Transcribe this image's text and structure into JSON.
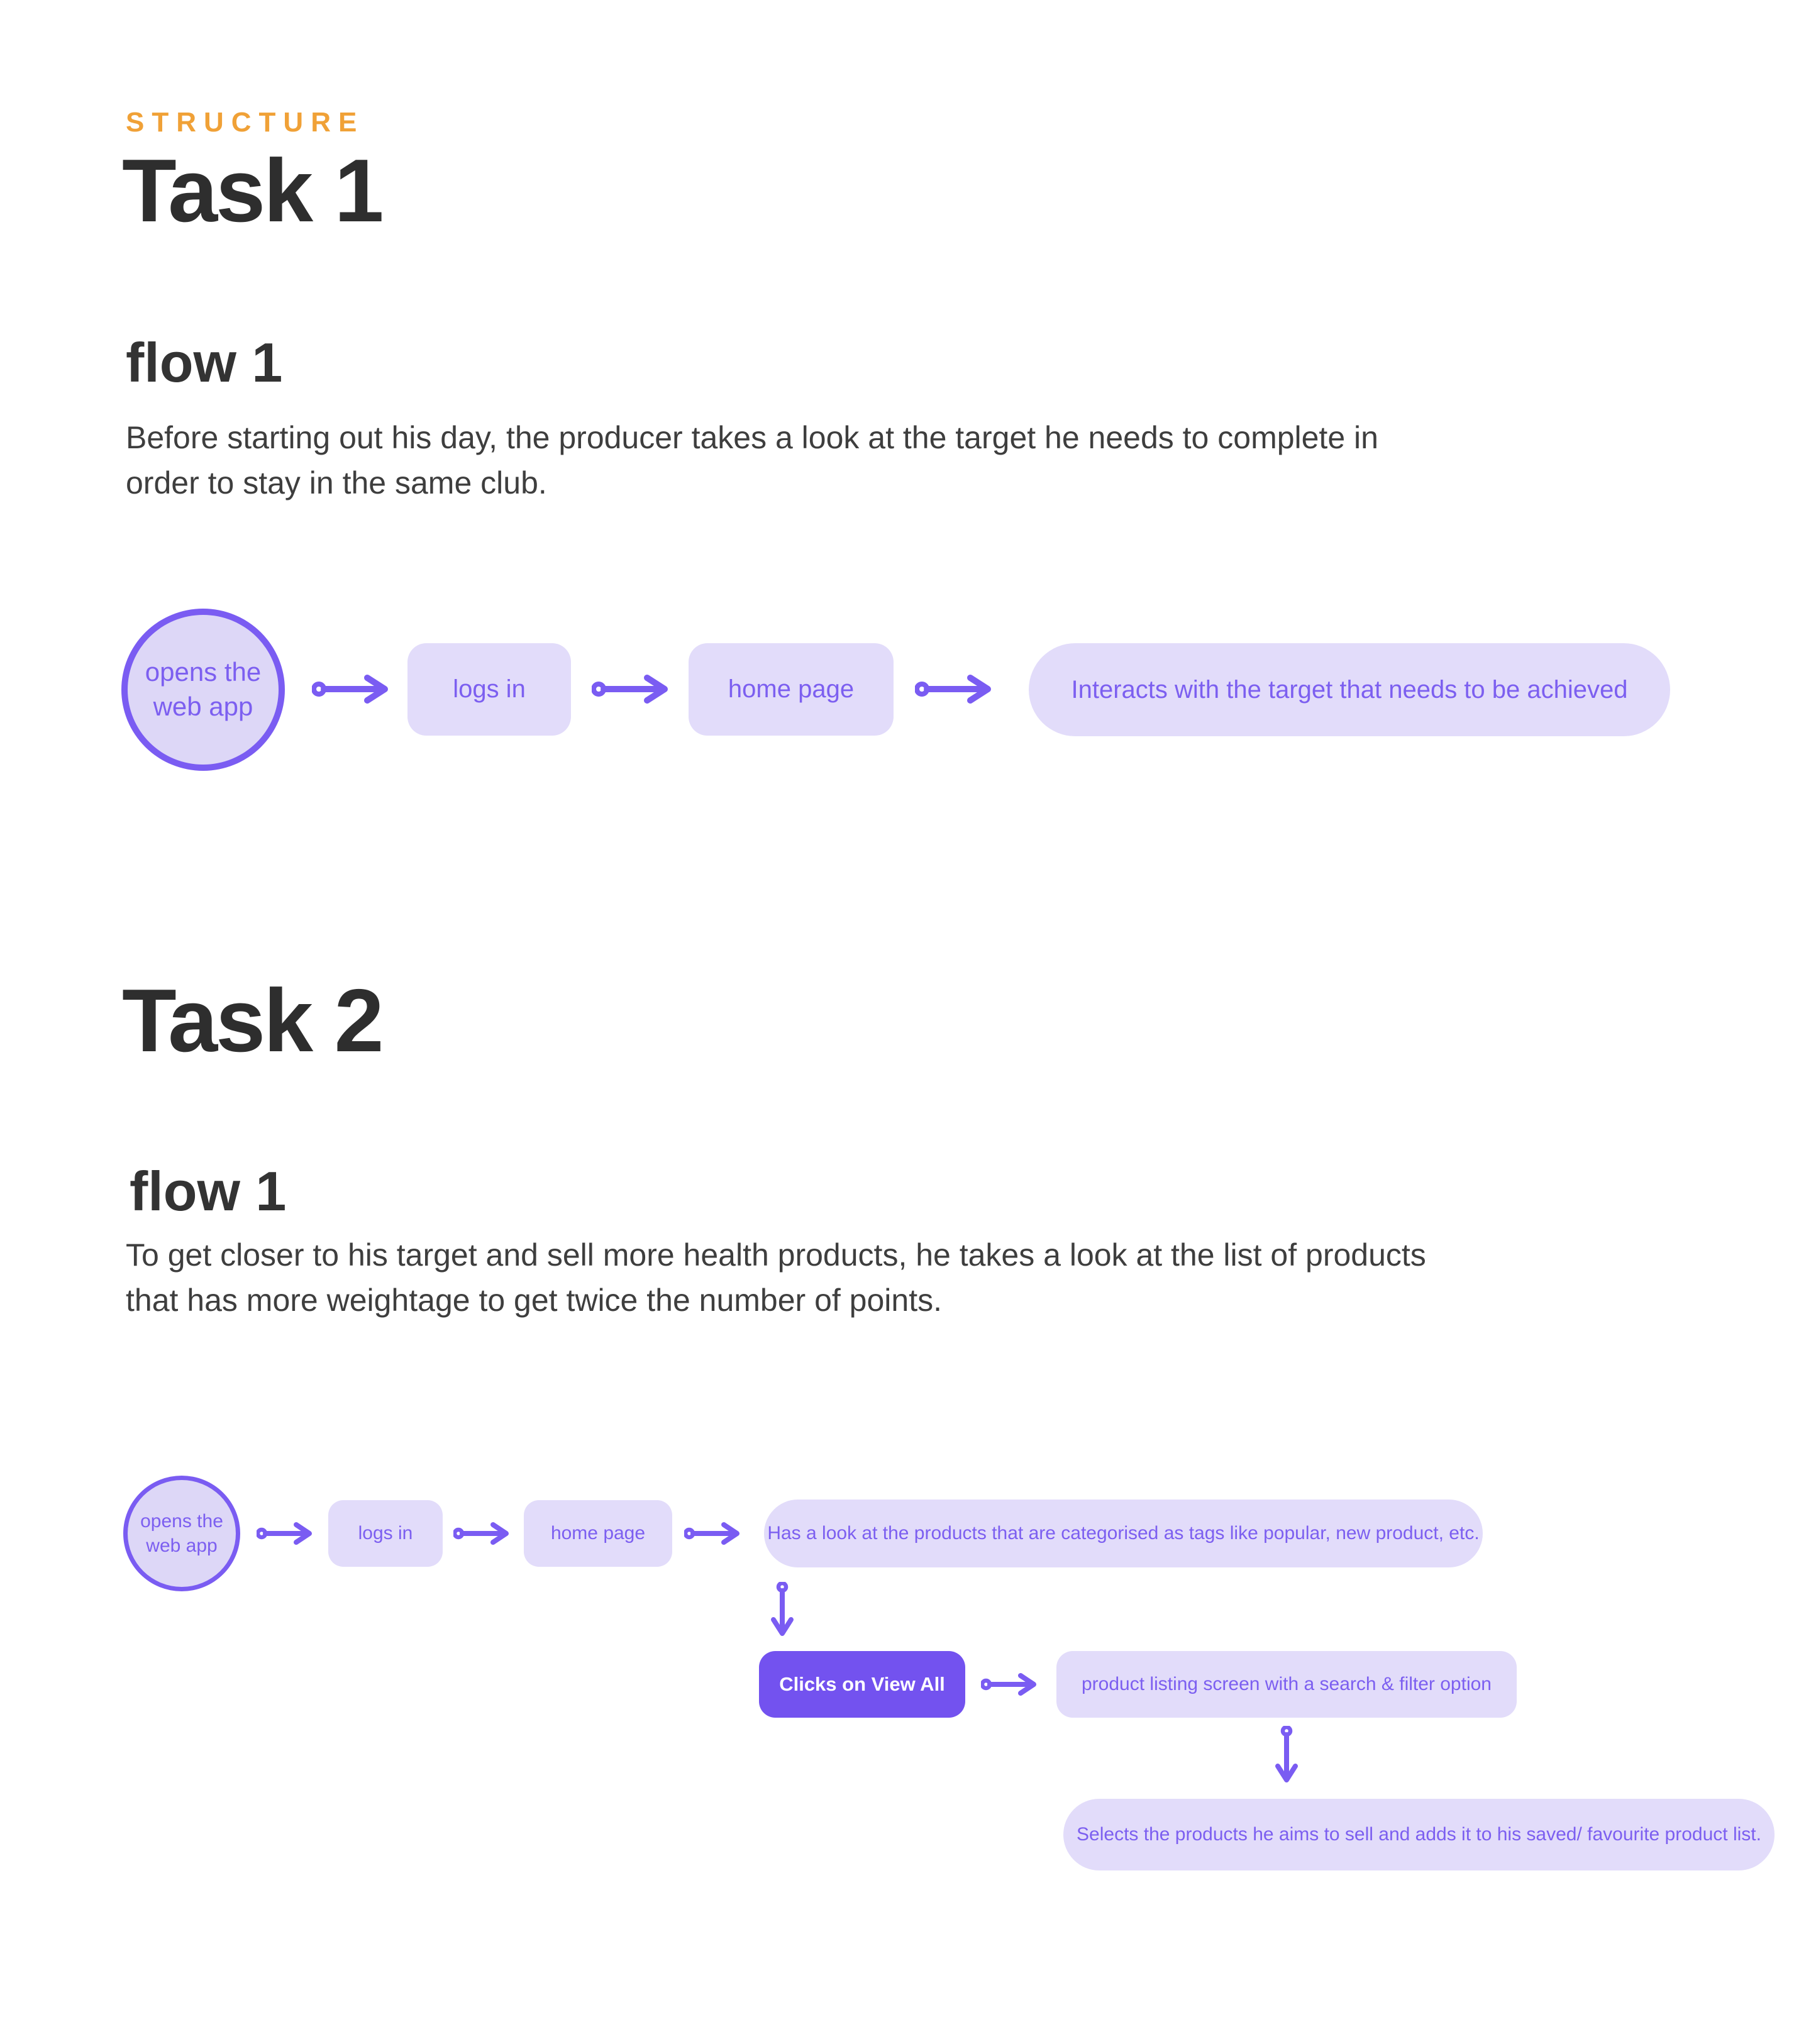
{
  "page": {
    "eyebrow": "STRUCTURE",
    "background": "#ffffff"
  },
  "colors": {
    "accent_orange": "#F0A137",
    "accent_purple": "#7A5CF2",
    "button_purple": "#7352EF",
    "node_fill": "#E2DCFA",
    "circle_fill": "#DDD7F7",
    "node_text": "#7C5FF0",
    "heading_text": "#2E2E2E",
    "body_text": "#3E3E3E"
  },
  "task1": {
    "title": "Task 1",
    "flow": {
      "title": "flow 1",
      "description": "Before starting out his day, the producer takes a look at the target he needs to complete in order to stay in the same club.",
      "nodes": {
        "start": "opens the web app",
        "step1": "logs in",
        "step2": "home page",
        "step3": "Interacts with the target that needs to be achieved"
      }
    }
  },
  "task2": {
    "title": "Task 2",
    "flow": {
      "title": "flow 1",
      "description": "To get closer to his target and sell more health products, he takes a look at the list of products that has more weightage to get twice the number of points.",
      "nodes": {
        "start": "opens the web app",
        "step1": "logs in",
        "step2": "home page",
        "step3": "Has a look at the products that are categorised as tags like popular, new product, etc.",
        "step4": "Clicks on View All",
        "step5": "product listing screen with a search & filter option",
        "step6": "Selects the products he aims to sell and adds it to his saved/ favourite product list."
      }
    }
  }
}
